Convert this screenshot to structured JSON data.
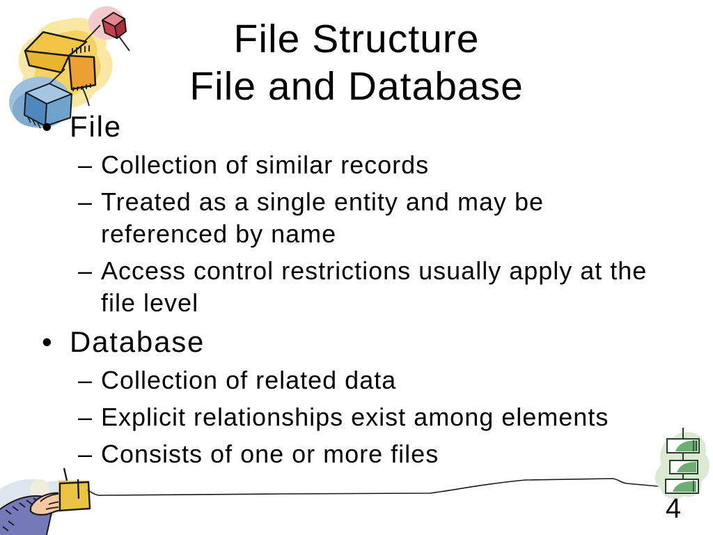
{
  "title": {
    "line1": "File Structure",
    "line2": "File and Database"
  },
  "markers": {
    "level1": "•",
    "level2": "–"
  },
  "bullets": [
    {
      "label": "File",
      "subs": [
        "Collection of similar records",
        "Treated as a single entity and may be referenced by name",
        "Access control restrictions usually apply at the file level"
      ]
    },
    {
      "label": "Database",
      "subs": [
        "Collection of related data",
        "Explicit relationships exist among elements",
        "Consists of one or more files"
      ]
    }
  ],
  "page_number": "4",
  "decorations": {
    "top_left": "boxes-network-clipart",
    "bottom_left": "hand-holding-box-clipart",
    "bottom_right": "flowchart-clipart",
    "connector": "hand-drawn-line"
  },
  "palette": {
    "background": "#FFFFFF",
    "text": "#000000",
    "outline": "#1A1A1A",
    "yellow_blob_light": "#F9E7A4",
    "yellow_blob": "#F4D264",
    "box_top": "#F3C344",
    "box_side": "#E9B52E",
    "box_front": "#EC9F35",
    "red_blob": "#F3CBCD",
    "red_cube_top": "#E48490",
    "red_cube_front": "#C74051",
    "red_cube_side": "#A92C3A",
    "blue_blob": "#9FC0DC",
    "blue_blob_dark": "#7FA9CE",
    "blue_cube_top": "#A3C6E2",
    "blue_cube_front": "#4E88BC",
    "blue_cube_side": "#6FA3CD",
    "gray_blob": "#DDE5EE",
    "cream_patch": "#F1ECDB",
    "sleeve": "#7479B8",
    "hand_skin": "#F3C9A2",
    "held_box": "#EDC343",
    "green_blob": "#DCEAD4",
    "green_fill": "#6FAE72",
    "green_fill_light": "#9BC897",
    "green_outline": "#24402A"
  }
}
